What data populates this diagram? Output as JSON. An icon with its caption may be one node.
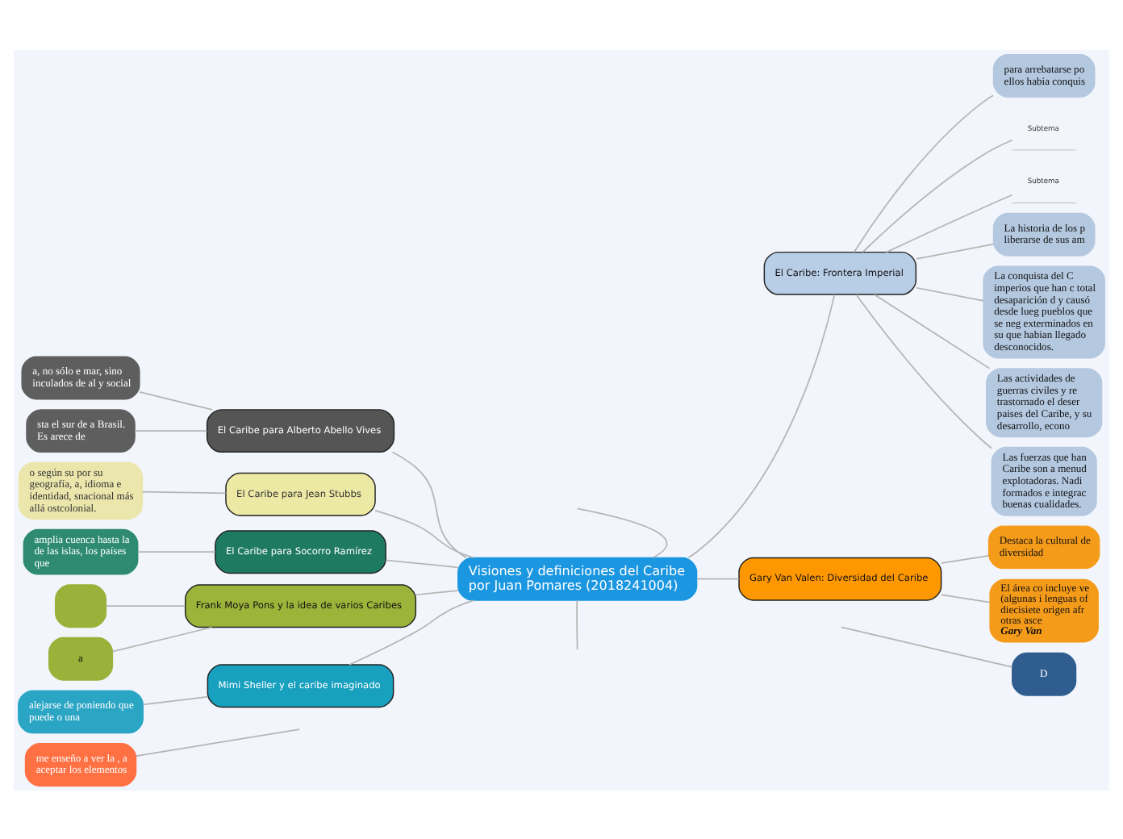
{
  "diagram": {
    "nodes": [
      {
        "text": [
          "Visiones y definiciones del Caribe por Juan Pomares (2018241004)"
        ]
      },
      {
        "text": [
          "El Caribe para Alberto Abello Vives"
        ]
      },
      {
        "text": [
          "a, no sólo e mar, sino inculados de al y social"
        ]
      },
      {
        "text": [
          "sta el sur de a Brasil. Es arece de"
        ]
      },
      {
        "text": [
          "El Caribe para Jean Stubbs"
        ]
      },
      {
        "text": [
          "o según su por su geografía, a, idioma e identidad, snacional más allá ostcolonial."
        ]
      },
      {
        "text": [
          "El Caribe para Socorro Ramírez"
        ]
      },
      {
        "text": [
          "amplia cuenca hasta la de las islas, los países que"
        ]
      },
      {
        "text": [
          "Frank Moya Pons y la idea de varios Caribes"
        ]
      },
      {
        "text": [],
        "shape": "box"
      },
      {
        "text": [
          "a"
        ]
      },
      {
        "text": [
          "Mimi Sheller y el caribe imaginado"
        ]
      },
      {
        "text": [
          "alejarse de poniendo que puede o una"
        ]
      },
      {
        "text": [
          "me enseño a ver la , a aceptar los elementos"
        ]
      },
      {
        "text": [
          "El Caribe: Frontera Imperial"
        ]
      },
      {
        "text": [
          "para arrebatarse po ellos habia conquis"
        ]
      },
      {
        "text": [
          "Subtema"
        ]
      },
      {
        "text": [
          "Subtema"
        ]
      },
      {
        "text": [
          "La historia de los p liberarse de sus am"
        ]
      },
      {
        "text": [
          "La conquista del C imperios que han c total desaparición d y causó desde lueg pueblos que se neg exterminados en su que habian llegado desconocidos."
        ]
      },
      {
        "text": [
          "Las actividades de guerras civiles y re trastornado el deser paises del Caribe, y su desarrollo, econo"
        ]
      },
      {
        "text": [
          "Las fuerzas que han Caribe son a menud explotadoras. Nadi formados e integrac buenas cualidades."
        ]
      },
      {
        "text": [
          "Gary Van Valen: Diversidad del Caribe"
        ]
      },
      {
        "text": [
          "Destaca la cultural de diversidad"
        ]
      },
      {
        "text": [
          "El área co incluye ve (algunas i lenguas of diecisiete origen afr otras asce",
          "Gary Van"
        ]
      },
      {
        "text": [
          "D"
        ]
      }
    ],
    "edges": [
      {
        "from": 0,
        "to": 1,
        "arrow": "none"
      },
      {
        "from": 1,
        "to": 2,
        "arrow": "none"
      },
      {
        "from": 1,
        "to": 3,
        "arrow": "none"
      },
      {
        "from": 0,
        "to": 4,
        "arrow": "none"
      },
      {
        "from": 4,
        "to": 5,
        "arrow": "none"
      },
      {
        "from": 0,
        "to": 6,
        "arrow": "none"
      },
      {
        "from": 6,
        "to": 7,
        "arrow": "none"
      },
      {
        "from": 0,
        "to": 8,
        "arrow": "none"
      },
      {
        "from": 8,
        "to": 9,
        "arrow": "none"
      },
      {
        "from": 8,
        "to": 10,
        "arrow": "none"
      },
      {
        "from": 0,
        "to": 11,
        "arrow": "none"
      },
      {
        "from": 11,
        "to": 12,
        "arrow": "none"
      },
      {
        "from": null,
        "to": 13,
        "arrow": "none"
      },
      {
        "from": 0,
        "to": null,
        "arrow": "none"
      },
      {
        "from": 0,
        "to": 14,
        "arrow": "none"
      },
      {
        "from": 14,
        "to": 15,
        "arrow": "none"
      },
      {
        "from": 14,
        "to": 16,
        "arrow": "none"
      },
      {
        "from": 14,
        "to": 17,
        "arrow": "none"
      },
      {
        "from": 14,
        "to": 18,
        "arrow": "none"
      },
      {
        "from": 14,
        "to": 19,
        "arrow": "none"
      },
      {
        "from": 14,
        "to": 20,
        "arrow": "none"
      },
      {
        "from": 14,
        "to": 21,
        "arrow": "none"
      },
      {
        "from": 0,
        "to": 22,
        "arrow": "none"
      },
      {
        "from": 22,
        "to": 23,
        "arrow": "none"
      },
      {
        "from": 22,
        "to": 24,
        "arrow": "none"
      },
      {
        "from": 0,
        "to": null,
        "arrow": "none"
      },
      {
        "from": null,
        "to": 25,
        "arrow": "none"
      }
    ]
  }
}
